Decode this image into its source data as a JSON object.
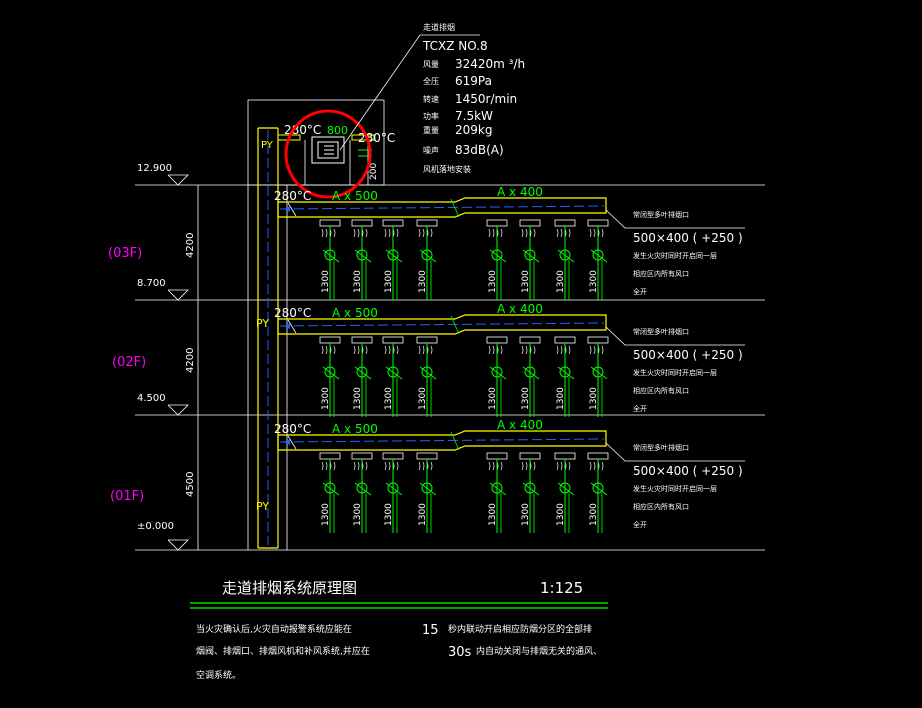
{
  "fan_spec": {
    "header": "走道排烟",
    "model": "TCXZ  NO.8",
    "rows": [
      {
        "label": "风量",
        "value": "32420m  ³/h"
      },
      {
        "label": "全压",
        "value": "619Pa"
      },
      {
        "label": "转速",
        "value": "1450r/min"
      },
      {
        "label": "功率",
        "value": "7.5kW"
      },
      {
        "label": "重量",
        "value": "209kg"
      },
      {
        "label": "噪声",
        "value": "83dB(A)"
      }
    ],
    "footer": "风机落地安装"
  },
  "roof": {
    "temp_left": "280°C",
    "temp_right": "280°C",
    "duct_size": "800",
    "drop": "200",
    "py": "PY"
  },
  "levels": [
    {
      "elev": "12.900",
      "height": "4200",
      "floor": "(03F)"
    },
    {
      "elev": "8.700",
      "height": "4200",
      "floor": "(02F)"
    },
    {
      "elev": "4.500",
      "height": "4500",
      "floor": "(01F)"
    },
    {
      "elev": "±0.000"
    }
  ],
  "floors": [
    {
      "temp": "280°C",
      "duct1": "A x 500",
      "duct2": "A x 400",
      "py": "",
      "note1": "常闭型多叶排烟口",
      "note2": "500×400  ( +250 )",
      "note3": "发生火灾时同时开启同一层",
      "note4": "相应区内所有风口",
      "note5": "全开",
      "drop": "1300"
    },
    {
      "temp": "280°C",
      "duct1": "A x 500",
      "duct2": "A x 400",
      "py": "PY",
      "note1": "常闭型多叶排烟口",
      "note2": "500×400  ( +250 )",
      "note3": "发生火灾时同时开启同一层",
      "note4": "相应区内所有风口",
      "note5": "全开",
      "drop": "1300"
    },
    {
      "temp": "280°C",
      "duct1": "A x 500",
      "duct2": "A x 400",
      "py": "PY",
      "note1": "常闭型多叶排烟口",
      "note2": "500×400  ( +250 )",
      "note3": "发生火灾时同时开启同一层",
      "note4": "相应区内所有风口",
      "note5": "全开",
      "drop": "1300"
    }
  ],
  "title": {
    "text": "走道排烟系统原理图",
    "scale": "1:125"
  },
  "notes": {
    "left1": "当火灾确认后,火灾自动报警系统应能在",
    "left2": "烟阀、排烟口、排烟风机和补风系统,并应在",
    "left3": "空调系统。",
    "mid1_num": "15",
    "mid1_text": "秒内联动开启相应防烟分区的全部排",
    "mid2_num": "30s",
    "mid2_text": "内自动关闭与排烟无关的通风、"
  },
  "colors": {
    "duct": "#ffff00",
    "pipe": "#00ff00",
    "text": "#ffffff",
    "floor": "#ff00ff",
    "grid": "#ffffff",
    "centerline": "#2060ff",
    "markup": "#ff0000"
  }
}
